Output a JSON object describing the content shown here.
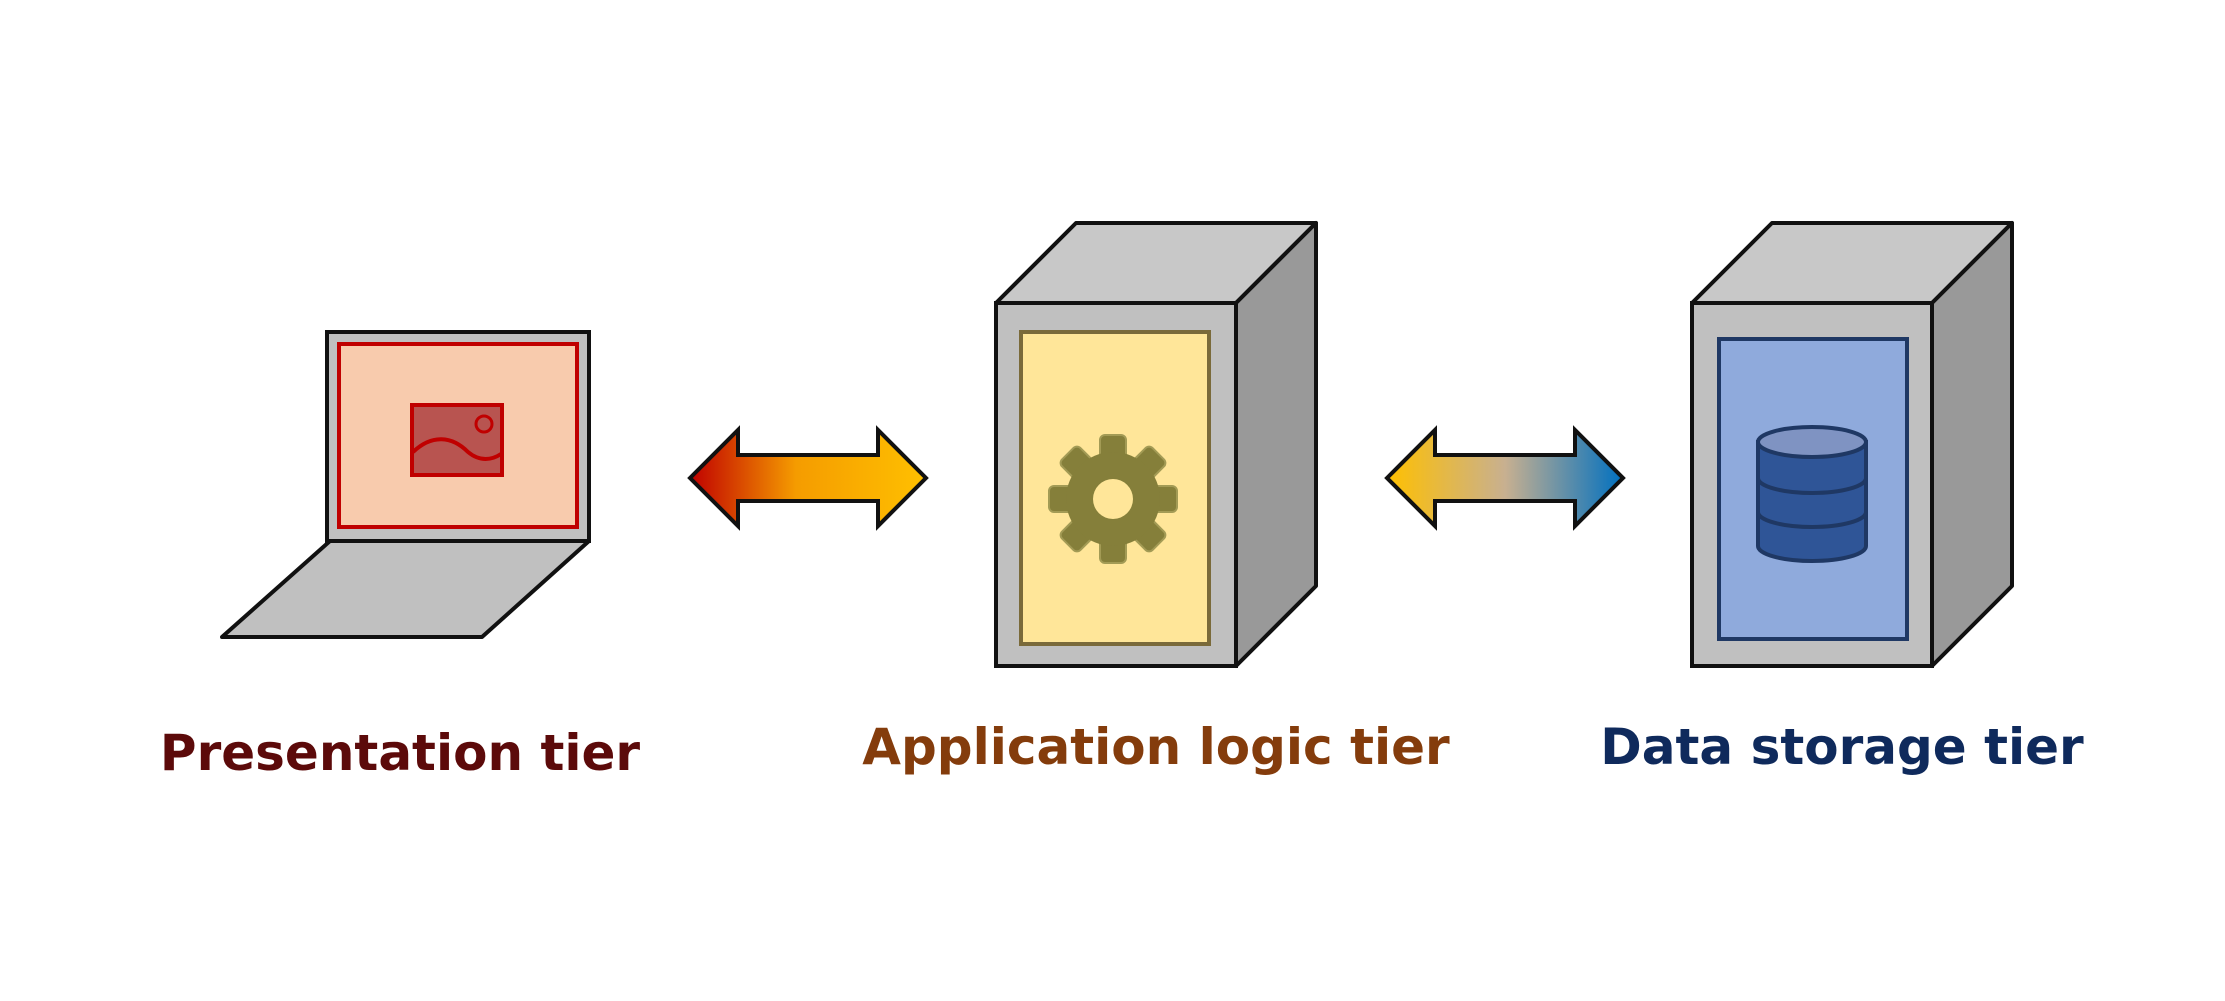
{
  "tiers": [
    {
      "label": "Presentation tier",
      "label_color": "#5c0a0a",
      "icon": "laptop-icon",
      "screen_color": "#f8cbad",
      "accent_color": "#c00000"
    },
    {
      "label": "Application logic tier",
      "label_color": "#843c0c",
      "icon": "gear-icon",
      "panel_color": "#ffe699",
      "accent_color": "#857f3a"
    },
    {
      "label": "Data storage tier",
      "label_color": "#0f2a5c",
      "icon": "database-icon",
      "panel_color": "#8faadc",
      "accent_color": "#2f5597"
    }
  ],
  "connectors": [
    {
      "from": "Presentation tier",
      "to": "Application logic tier",
      "direction": "bidirectional",
      "gradient": [
        "#c00000",
        "#f59c00",
        "#ffc000"
      ]
    },
    {
      "from": "Application logic tier",
      "to": "Data storage tier",
      "direction": "bidirectional",
      "gradient": [
        "#ffc000",
        "#0070c0"
      ]
    }
  ]
}
